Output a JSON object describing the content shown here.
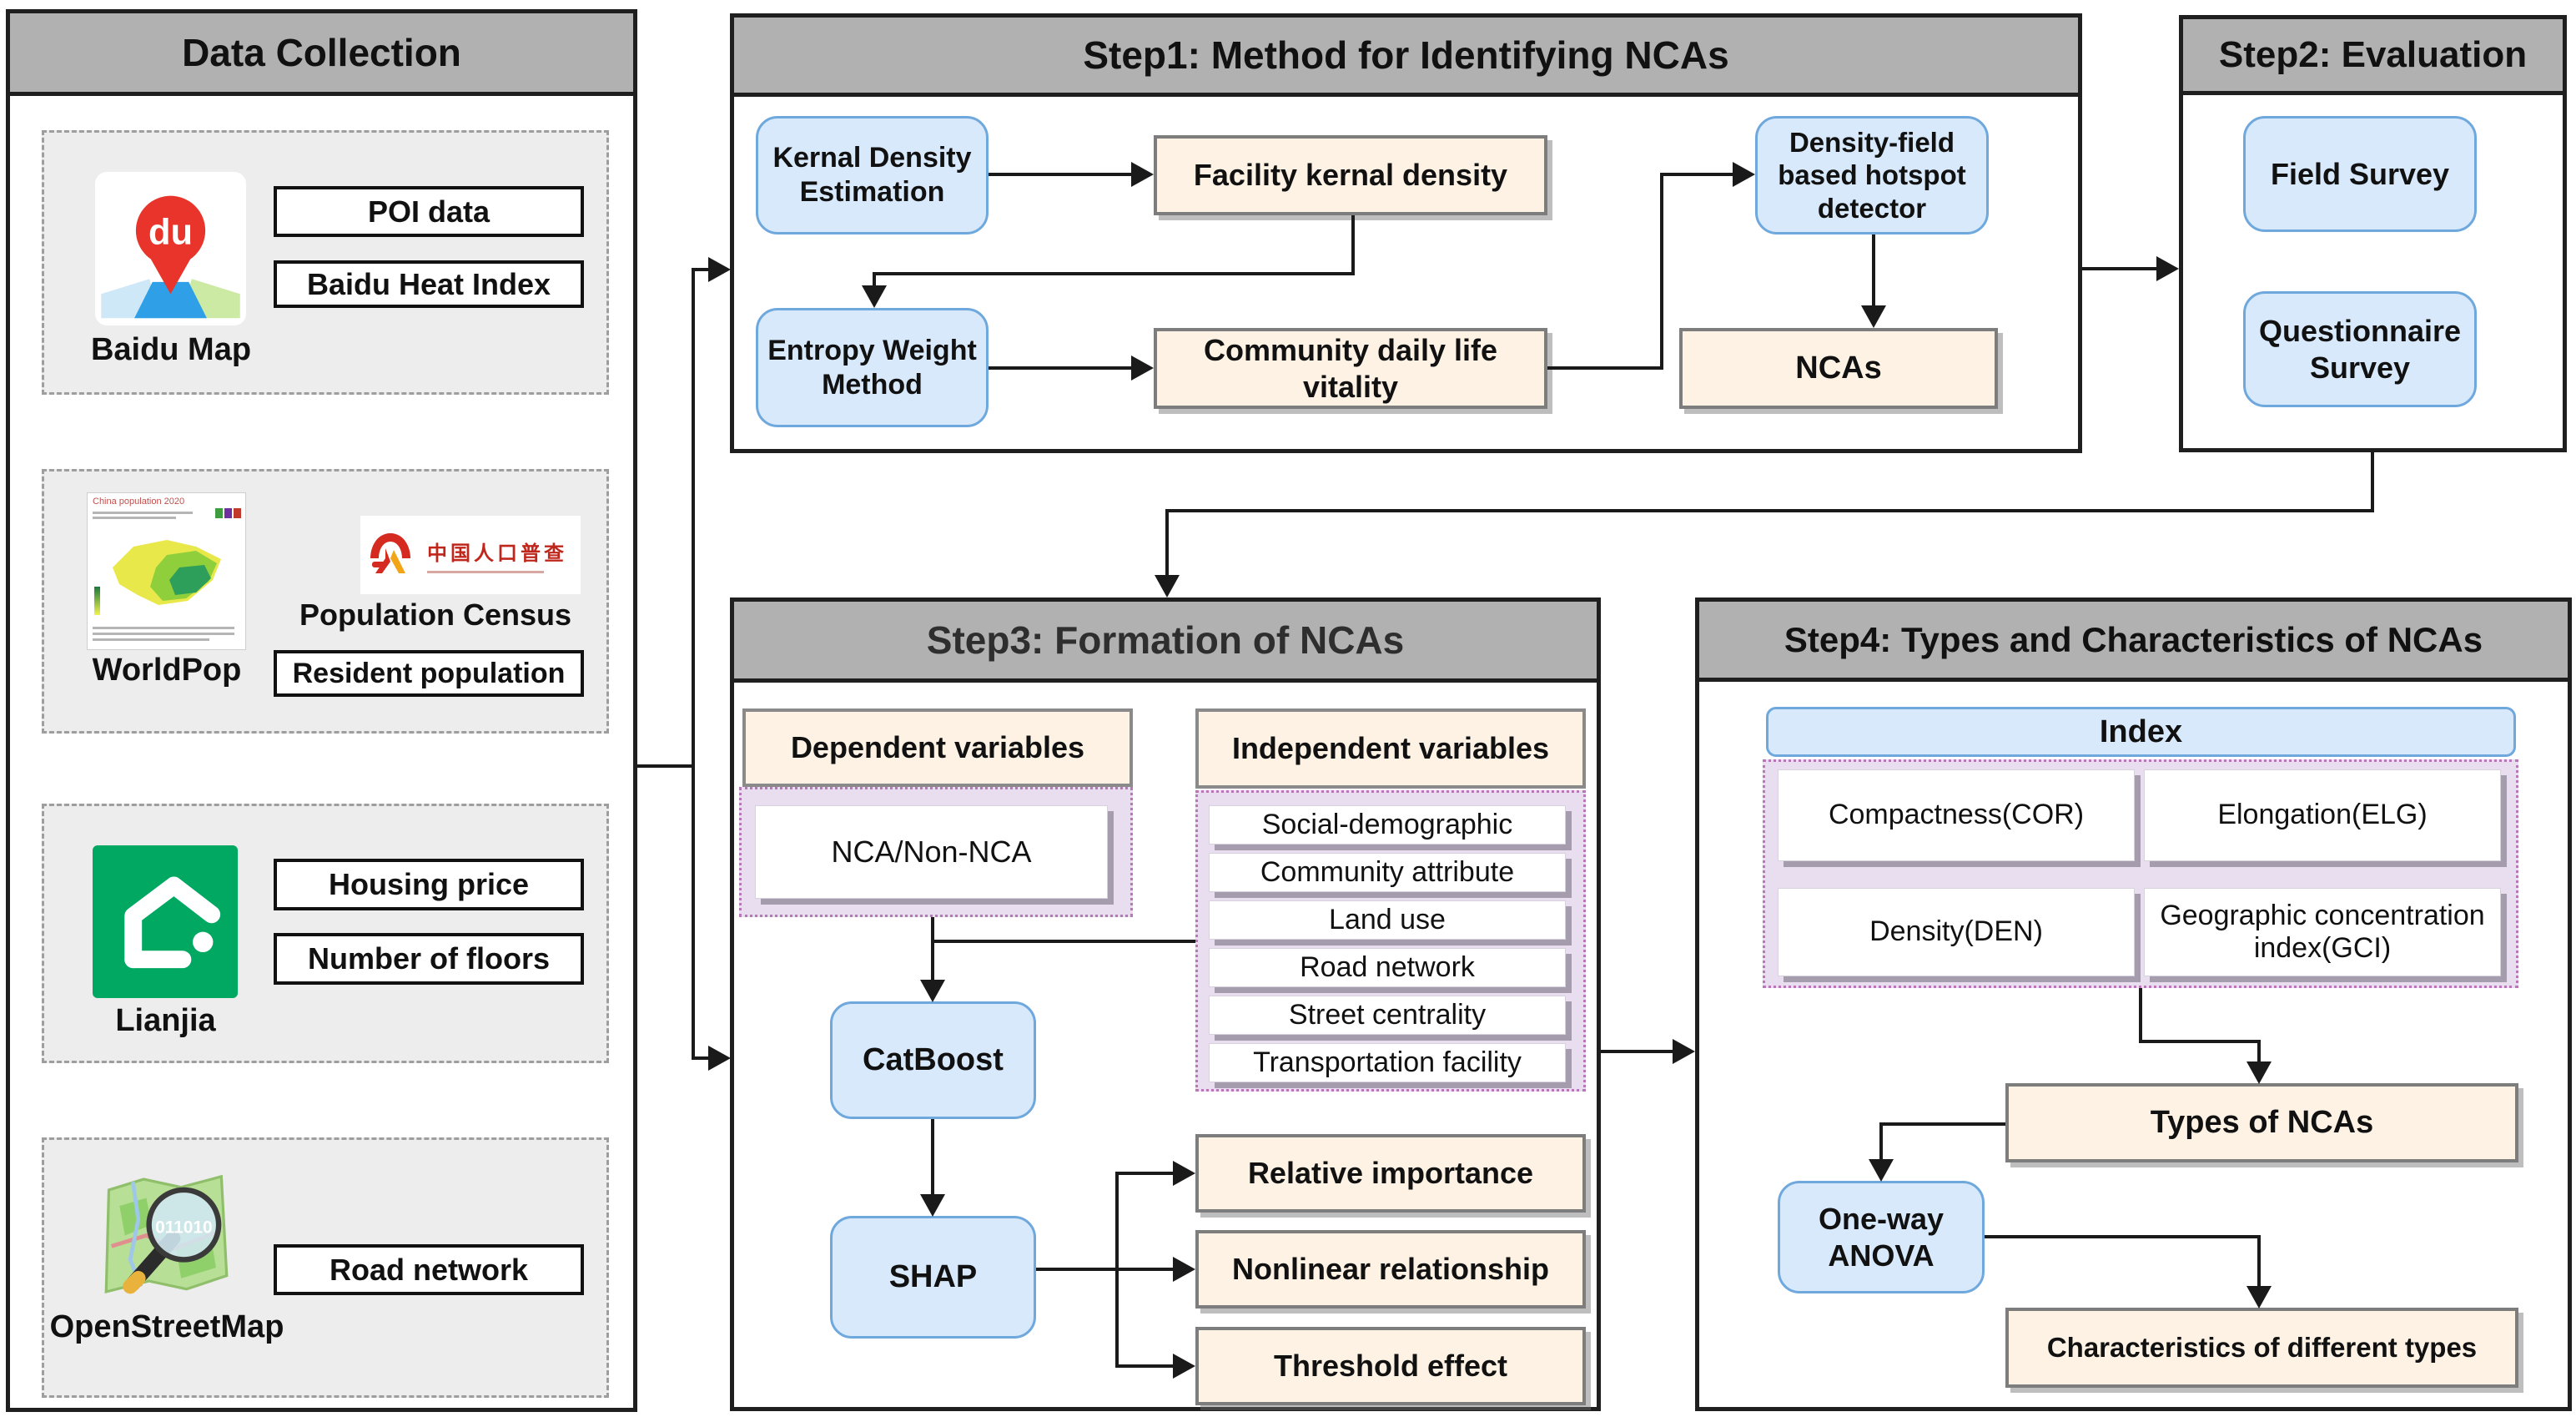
{
  "data_collection": {
    "title": "Data Collection",
    "baidu": {
      "label": "Baidu Map",
      "pin_text": "du",
      "items": [
        "POI data",
        "Baidu Heat Index"
      ]
    },
    "worldpop": {
      "label": "WorldPop",
      "map_caption": "China population 2020",
      "census_label": "Population Census",
      "census_cn": "中国人口普查",
      "resident_box": "Resident population"
    },
    "lianjia": {
      "label": "Lianjia",
      "items": [
        "Housing price",
        "Number of floors"
      ]
    },
    "osm": {
      "label": "OpenStreetMap",
      "lens_text": "011010",
      "items": [
        "Road network"
      ]
    }
  },
  "step1": {
    "title": "Step1: Method for Identifying NCAs",
    "kde": "Kernal Density Estimation",
    "facility": "Facility kernal density",
    "hotspot": "Density-field based hotspot detector",
    "entropy": "Entropy Weight Method",
    "vitality": "Community daily life vitality",
    "ncas": "NCAs"
  },
  "step2": {
    "title": "Step2: Evaluation",
    "field_survey": "Field Survey",
    "questionnaire": "Questionnaire Survey"
  },
  "step3": {
    "title": "Step3: Formation of NCAs",
    "dependent_header": "Dependent variables",
    "dependent_item": "NCA/Non-NCA",
    "independent_header": "Independent variables",
    "independent_items": [
      "Social-demographic",
      "Community attribute",
      "Land use",
      "Road network",
      "Street centrality",
      "Transportation facility"
    ],
    "catboost": "CatBoost",
    "shap": "SHAP",
    "outputs": [
      "Relative importance",
      "Nonlinear relationship",
      "Threshold effect"
    ]
  },
  "step4": {
    "title": "Step4: Types and Characteristics of NCAs",
    "index_header": "Index",
    "index_items": [
      "Compactness(COR)",
      "Elongation(ELG)",
      "Density(DEN)",
      "Geographic concentration index(GCI)"
    ],
    "types": "Types of NCAs",
    "anova": "One-way ANOVA",
    "characteristics": "Characteristics of different types"
  },
  "colors": {
    "header_gray": "#b1b1b1",
    "box_blue_fill": "#d7e9fb",
    "box_blue_border": "#6fa8dc",
    "box_orange_fill": "#fdf2e4",
    "purple_container_fill": "#e8def0",
    "purple_container_border": "#b878b8",
    "lianjia_green": "#00a862",
    "baidu_red": "#e8342a",
    "line_black": "#1a1a1a"
  }
}
